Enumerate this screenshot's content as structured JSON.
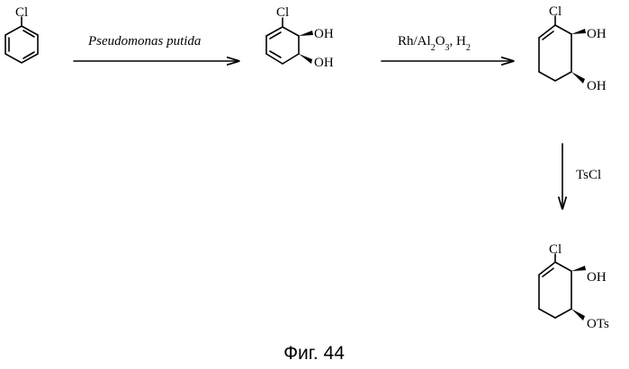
{
  "figure": {
    "caption": "Фиг. 44"
  },
  "steps": [
    {
      "reagent": "Pseudomonas putida"
    },
    {
      "reagent_parts": [
        "Rh/Al",
        "2",
        "O",
        "3",
        ", H",
        "2"
      ]
    },
    {
      "reagent": "TsCl"
    }
  ],
  "compounds": [
    {
      "substituents": [
        "Cl"
      ]
    },
    {
      "substituents": [
        "Cl",
        "OH",
        "OH"
      ]
    },
    {
      "substituents": [
        "Cl",
        "OH",
        "OH"
      ]
    },
    {
      "substituents": [
        "Cl",
        "OH",
        "OTs"
      ]
    }
  ],
  "colors": {
    "ink": "#000000",
    "background": "#ffffff"
  }
}
